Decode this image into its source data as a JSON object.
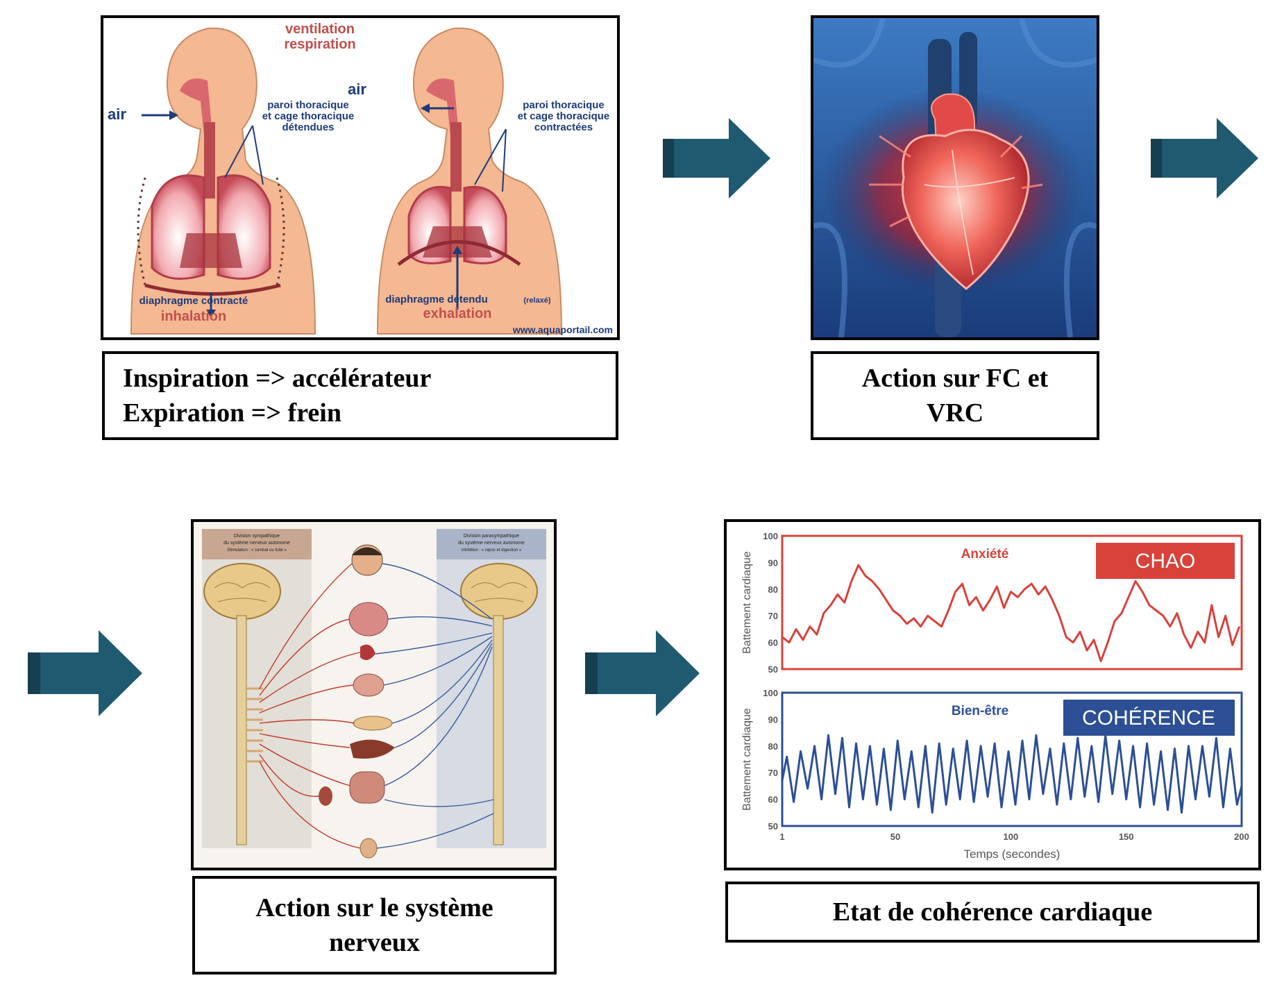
{
  "panels": {
    "respiration": {
      "title_line1": "ventilation",
      "title_line2": "respiration",
      "air_left": "air",
      "air_right": "air",
      "wall_left_line1": "paroi thoracique",
      "wall_left_line2": "et cage thoracique",
      "wall_left_line3": "détendues",
      "wall_right_line1": "paroi thoracique",
      "wall_right_line2": "et cage thoracique",
      "wall_right_line3": "contractées",
      "diaphragm_left": "diaphragme contracté",
      "diaphragm_right": "diaphragme détendu",
      "diaphragm_right_note": "(relaxé)",
      "phase_left": "inhalation",
      "phase_right": "exhalation",
      "watermark": "www.aquaportail.com"
    },
    "nervous": {
      "header_left_line1": "Division sympathique",
      "header_left_line2": "du système nerveux autonome",
      "header_left_line3": "Stimulation : « combat ou fuite »",
      "header_right_line1": "Division parasympathique",
      "header_right_line2": "du système nerveux autonome",
      "header_right_line3": "Inhibition : « repos et digestion »"
    },
    "coherence": {
      "top_label": "Anxiété",
      "top_badge": "CHAO",
      "bottom_label": "Bien-être",
      "bottom_badge": "COHÉRENCE",
      "ylabel_top": "Battement cardiaque",
      "ylabel_bottom": "Battement cardiaque",
      "xlabel": "Temps (secondes)"
    }
  },
  "captions": {
    "respiration_line1": "Inspiration => accélérateur",
    "respiration_line2": "Expiration => frein",
    "heart_line1": "Action sur FC et",
    "heart_line2": "VRC",
    "nervous_line1": "Action sur le système",
    "nervous_line2": "nerveux",
    "coherence": "Etat de cohérence cardiaque"
  },
  "colors": {
    "arrow": "#1f5a70",
    "anxiety": "#d9413b",
    "coherence": "#2c4f95"
  },
  "chart_data": [
    {
      "type": "line",
      "title": "Anxiété",
      "badge": "CHAO",
      "ylabel": "Battement cardiaque",
      "ylim": [
        50,
        100
      ],
      "yticks": [
        50,
        60,
        70,
        80,
        90,
        100
      ],
      "xlim": [
        1,
        200
      ],
      "series": [
        {
          "x": [
            1,
            4,
            7,
            10,
            13,
            16,
            19,
            22,
            25,
            28,
            31,
            34,
            37,
            40,
            43,
            46,
            49,
            52,
            55,
            58,
            61,
            64,
            67,
            70,
            73,
            76,
            79,
            82,
            85,
            88,
            91,
            94,
            97,
            100,
            103,
            106,
            109,
            112,
            115,
            118,
            121,
            124,
            127,
            130,
            133,
            136,
            139,
            142,
            145,
            148,
            151,
            154,
            157,
            160,
            163,
            166,
            169,
            172,
            175,
            178,
            181,
            184,
            187,
            190,
            193,
            196,
            199
          ],
          "values": [
            62,
            60,
            65,
            61,
            66,
            63,
            71,
            74,
            78,
            75,
            83,
            89,
            85,
            83,
            80,
            76,
            72,
            70,
            67,
            69,
            66,
            70,
            68,
            66,
            72,
            79,
            82,
            74,
            77,
            72,
            76,
            81,
            73,
            79,
            77,
            80,
            82,
            78,
            81,
            76,
            70,
            62,
            60,
            64,
            57,
            61,
            53,
            60,
            68,
            71,
            77,
            83,
            79,
            74,
            72,
            70,
            66,
            71,
            63,
            58,
            64,
            60,
            74,
            62,
            70,
            59,
            66
          ]
        }
      ]
    },
    {
      "type": "line",
      "title": "Bien-être",
      "badge": "COHÉRENCE",
      "ylabel": "Battement cardiaque",
      "xlabel": "Temps (secondes)",
      "ylim": [
        50,
        100
      ],
      "yticks": [
        50,
        60,
        70,
        80,
        90,
        100
      ],
      "xlim": [
        1,
        200
      ],
      "xticks": [
        1,
        50,
        100,
        150,
        200
      ],
      "series": [
        {
          "x": [
            1,
            3,
            6,
            9,
            12,
            15,
            18,
            21,
            24,
            27,
            30,
            33,
            36,
            39,
            42,
            45,
            48,
            51,
            54,
            57,
            60,
            63,
            66,
            69,
            72,
            75,
            78,
            81,
            84,
            87,
            90,
            93,
            96,
            99,
            102,
            105,
            108,
            111,
            114,
            117,
            120,
            123,
            126,
            129,
            132,
            135,
            138,
            141,
            144,
            147,
            150,
            153,
            156,
            159,
            162,
            165,
            168,
            171,
            174,
            177,
            180,
            183,
            186,
            189,
            192,
            195,
            198,
            200
          ],
          "values": [
            67,
            76,
            59,
            78,
            64,
            80,
            60,
            84,
            62,
            83,
            57,
            81,
            60,
            80,
            58,
            79,
            56,
            82,
            60,
            78,
            57,
            80,
            55,
            81,
            58,
            79,
            60,
            82,
            59,
            80,
            61,
            81,
            57,
            78,
            58,
            82,
            60,
            84,
            62,
            79,
            58,
            81,
            60,
            83,
            61,
            80,
            59,
            84,
            62,
            82,
            60,
            80,
            57,
            81,
            58,
            78,
            56,
            79,
            55,
            80,
            60,
            80,
            61,
            83,
            57,
            79,
            58,
            65
          ]
        }
      ]
    }
  ]
}
